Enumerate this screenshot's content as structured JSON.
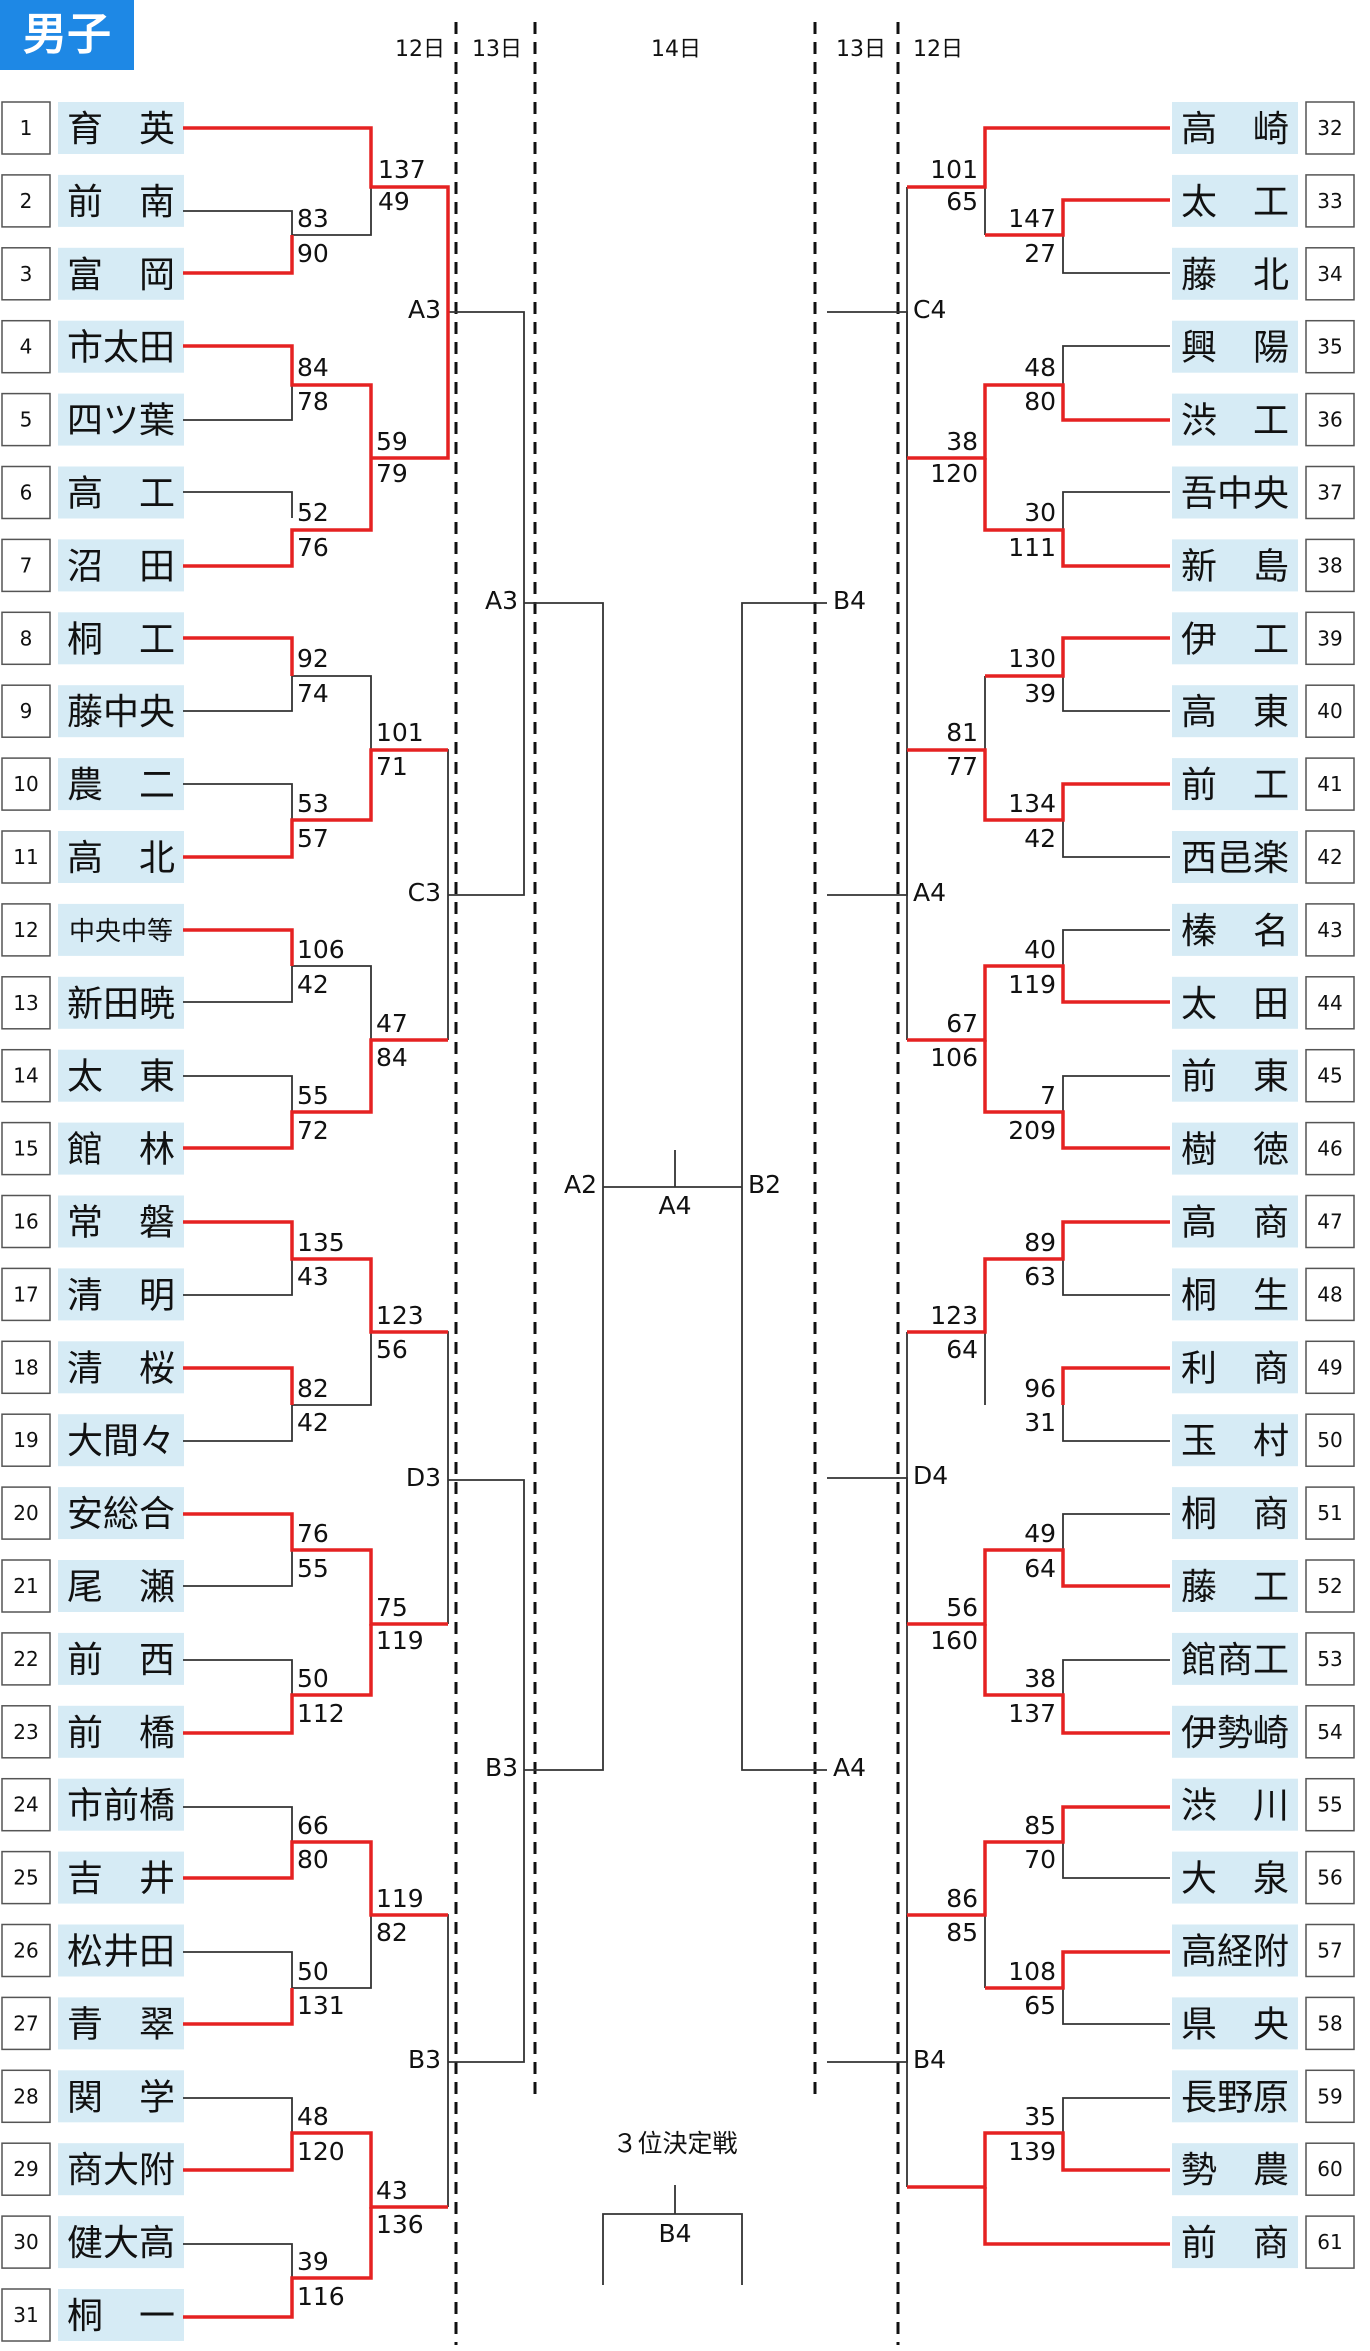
{
  "title": "男子",
  "days": {
    "left_r1": "12日",
    "left_r2": "13日",
    "center": "14日",
    "right_r2": "13日",
    "right_r1": "12日"
  },
  "left_teams": [
    {
      "no": "1",
      "name": "育　英"
    },
    {
      "no": "2",
      "name": "前　南"
    },
    {
      "no": "3",
      "name": "富　岡"
    },
    {
      "no": "4",
      "name": "市太田"
    },
    {
      "no": "5",
      "name": "四ツ葉"
    },
    {
      "no": "6",
      "name": "高　工"
    },
    {
      "no": "7",
      "name": "沼　田"
    },
    {
      "no": "8",
      "name": "桐　工"
    },
    {
      "no": "9",
      "name": "藤中央"
    },
    {
      "no": "10",
      "name": "農　二"
    },
    {
      "no": "11",
      "name": "高　北"
    },
    {
      "no": "12",
      "name": "中央中等"
    },
    {
      "no": "13",
      "name": "新田暁"
    },
    {
      "no": "14",
      "name": "太　東"
    },
    {
      "no": "15",
      "name": "館　林"
    },
    {
      "no": "16",
      "name": "常　磐"
    },
    {
      "no": "17",
      "name": "清　明"
    },
    {
      "no": "18",
      "name": "清　桜"
    },
    {
      "no": "19",
      "name": "大間々"
    },
    {
      "no": "20",
      "name": "安総合"
    },
    {
      "no": "21",
      "name": "尾　瀬"
    },
    {
      "no": "22",
      "name": "前　西"
    },
    {
      "no": "23",
      "name": "前　橋"
    },
    {
      "no": "24",
      "name": "市前橋"
    },
    {
      "no": "25",
      "name": "吉　井"
    },
    {
      "no": "26",
      "name": "松井田"
    },
    {
      "no": "27",
      "name": "青　翠"
    },
    {
      "no": "28",
      "name": "関　学"
    },
    {
      "no": "29",
      "name": "商大附"
    },
    {
      "no": "30",
      "name": "健大高"
    },
    {
      "no": "31",
      "name": "桐　一"
    }
  ],
  "right_teams": [
    {
      "no": "32",
      "name": "高　崎"
    },
    {
      "no": "33",
      "name": "太　工"
    },
    {
      "no": "34",
      "name": "藤　北"
    },
    {
      "no": "35",
      "name": "興　陽"
    },
    {
      "no": "36",
      "name": "渋　工"
    },
    {
      "no": "37",
      "name": "吾中央"
    },
    {
      "no": "38",
      "name": "新　島"
    },
    {
      "no": "39",
      "name": "伊　工"
    },
    {
      "no": "40",
      "name": "高　東"
    },
    {
      "no": "41",
      "name": "前　工"
    },
    {
      "no": "42",
      "name": "西邑楽"
    },
    {
      "no": "43",
      "name": "榛　名"
    },
    {
      "no": "44",
      "name": "太　田"
    },
    {
      "no": "45",
      "name": "前　東"
    },
    {
      "no": "46",
      "name": "樹　徳"
    },
    {
      "no": "47",
      "name": "高　商"
    },
    {
      "no": "48",
      "name": "桐　生"
    },
    {
      "no": "49",
      "name": "利　商"
    },
    {
      "no": "50",
      "name": "玉　村"
    },
    {
      "no": "51",
      "name": "桐　商"
    },
    {
      "no": "52",
      "name": "藤　工"
    },
    {
      "no": "53",
      "name": "館商工"
    },
    {
      "no": "54",
      "name": "伊勢崎"
    },
    {
      "no": "55",
      "name": "渋　川"
    },
    {
      "no": "56",
      "name": "大　泉"
    },
    {
      "no": "57",
      "name": "高経附"
    },
    {
      "no": "58",
      "name": "県　央"
    },
    {
      "no": "59",
      "name": "長野原"
    },
    {
      "no": "60",
      "name": "勢　農"
    },
    {
      "no": "61",
      "name": "前　商"
    }
  ],
  "scores_left": {
    "m1_1": "137",
    "m1_2": "49",
    "m2_1": "83",
    "m2_2": "90",
    "m3_1": "84",
    "m3_2": "78",
    "m4_1": "59",
    "m4_2": "79",
    "m5_1": "52",
    "m5_2": "76",
    "m6_1": "92",
    "m6_2": "74",
    "m7_1": "101",
    "m7_2": "71",
    "m8_1": "53",
    "m8_2": "57",
    "m9_1": "106",
    "m9_2": "42",
    "m10_1": "47",
    "m10_2": "84",
    "m11_1": "55",
    "m11_2": "72",
    "m12_1": "135",
    "m12_2": "43",
    "m13_1": "123",
    "m13_2": "56",
    "m14_1": "82",
    "m14_2": "42",
    "m15_1": "76",
    "m15_2": "55",
    "m16_1": "75",
    "m16_2": "119",
    "m17_1": "50",
    "m17_2": "112",
    "m18_1": "66",
    "m18_2": "80",
    "m19_1": "119",
    "m19_2": "82",
    "m20_1": "50",
    "m20_2": "131",
    "m21_1": "48",
    "m21_2": "120",
    "m22_1": "43",
    "m22_2": "136",
    "m23_1": "39",
    "m23_2": "116"
  },
  "scores_right": {
    "m1_1": "101",
    "m1_2": "65",
    "m2_1": "147",
    "m2_2": "27",
    "m3_1": "48",
    "m3_2": "80",
    "m4_1": "38",
    "m4_2": "120",
    "m5_1": "30",
    "m5_2": "111",
    "m6_1": "130",
    "m6_2": "39",
    "m7_1": "81",
    "m7_2": "77",
    "m8_1": "134",
    "m8_2": "42",
    "m9_1": "40",
    "m9_2": "119",
    "m10_1": "67",
    "m10_2": "106",
    "m11_1": "7",
    "m11_2": "209",
    "m12_1": "89",
    "m12_2": "63",
    "m13_1": "123",
    "m13_2": "64",
    "m14_1": "96",
    "m14_2": "31",
    "m15_1": "49",
    "m15_2": "64",
    "m16_1": "56",
    "m16_2": "160",
    "m17_1": "38",
    "m17_2": "137",
    "m18_1": "85",
    "m18_2": "70",
    "m19_1": "86",
    "m19_2": "85",
    "m20_1": "108",
    "m20_2": "65",
    "m21_1": "35",
    "m21_2": "139"
  },
  "codes": {
    "l_a3_top": "A3",
    "l_c3": "C3",
    "l_d3": "D3",
    "l_b3_bot": "B3",
    "l_a3_mid": "A3",
    "l_b3_mid": "B3",
    "l_a2": "A2",
    "center_a4": "A4",
    "r_b2": "B2",
    "r_c4": "C4",
    "r_a4_top": "A4",
    "r_d4": "D4",
    "r_b4_bot": "B4",
    "r_b4_mid": "B4",
    "r_a4_mid": "A4"
  },
  "third_place": {
    "title": "３位決定戦",
    "code": "B4"
  },
  "colors": {
    "title_bg": "#1e88e5",
    "name_bg": "#d6ebf5",
    "win_line": "#e52222",
    "line": "#333333"
  }
}
